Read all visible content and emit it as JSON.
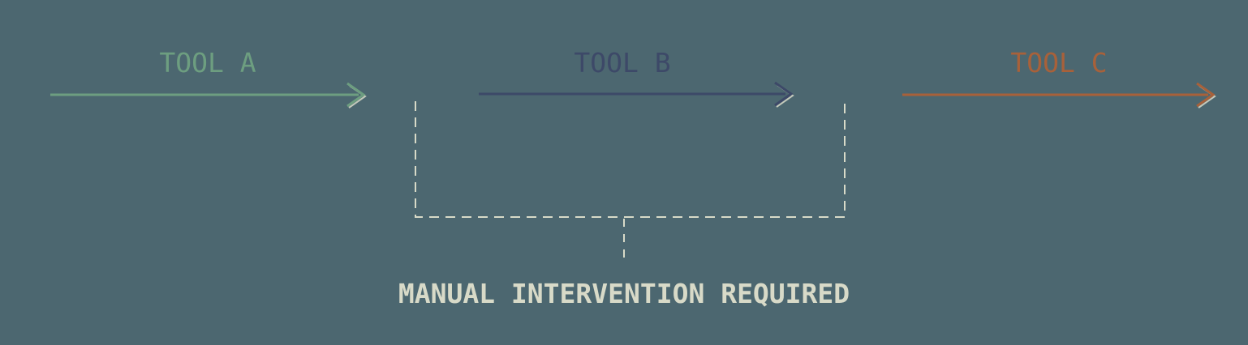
{
  "diagram": {
    "background_color": "#4c6770",
    "tools": [
      {
        "id": "tool-a",
        "label": "TOOL A",
        "color": "#6d9e80"
      },
      {
        "id": "tool-b",
        "label": "TOOL B",
        "color": "#3d4968"
      },
      {
        "id": "tool-c",
        "label": "TOOL C",
        "color": "#a8613a"
      }
    ],
    "annotation": {
      "label": "MANUAL INTERVENTION REQUIRED",
      "color": "#d8dac8"
    },
    "highlight_box": {
      "color": "#d8dac8",
      "style": "dashed",
      "open_side": "top"
    }
  }
}
